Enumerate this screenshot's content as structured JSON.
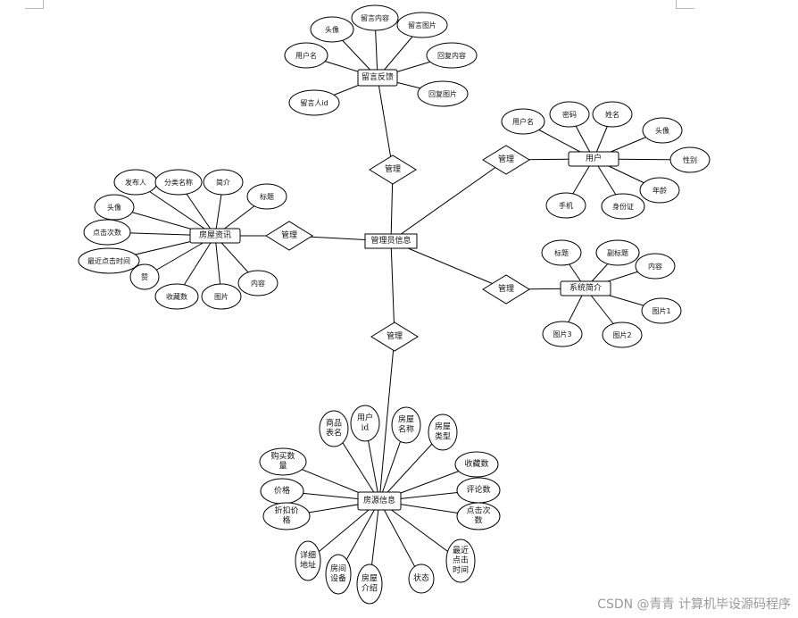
{
  "diagram": {
    "center": {
      "id": "admin",
      "label": "管理员信息"
    },
    "relation_label": "管理",
    "entities": [
      {
        "id": "feedback",
        "label": "留言反馈",
        "attributes": [
          "头像",
          "留言内容",
          "留言图片",
          "用户名",
          "回复内容",
          "回复图片",
          "留言人id"
        ]
      },
      {
        "id": "user",
        "label": "用户",
        "attributes": [
          "用户名",
          "密码",
          "姓名",
          "头像",
          "性别",
          "年龄",
          "身份证",
          "手机"
        ]
      },
      {
        "id": "news",
        "label": "房屋资讯",
        "attributes": [
          "发布人",
          "分类名称",
          "简介",
          "标题",
          "头像",
          "点击次数",
          "最近点击时间",
          "赞",
          "收藏数",
          "图片",
          "内容"
        ]
      },
      {
        "id": "sysintro",
        "label": "系统简介",
        "attributes": [
          "标题",
          "副标题",
          "内容",
          "图片1",
          "图片3",
          "图片2"
        ]
      },
      {
        "id": "house",
        "label": "房源信息",
        "attributes": [
          "商品表名",
          "用户id",
          "房屋名称",
          "房屋类型",
          "购买数量",
          "收藏数",
          "价格",
          "评论数",
          "折扣价格",
          "点击次数",
          "详细地址",
          "房间设备",
          "房屋介绍",
          "状态",
          "最近点击时间"
        ]
      }
    ]
  },
  "watermark": "CSDN @青青  计算机毕设源码程序"
}
